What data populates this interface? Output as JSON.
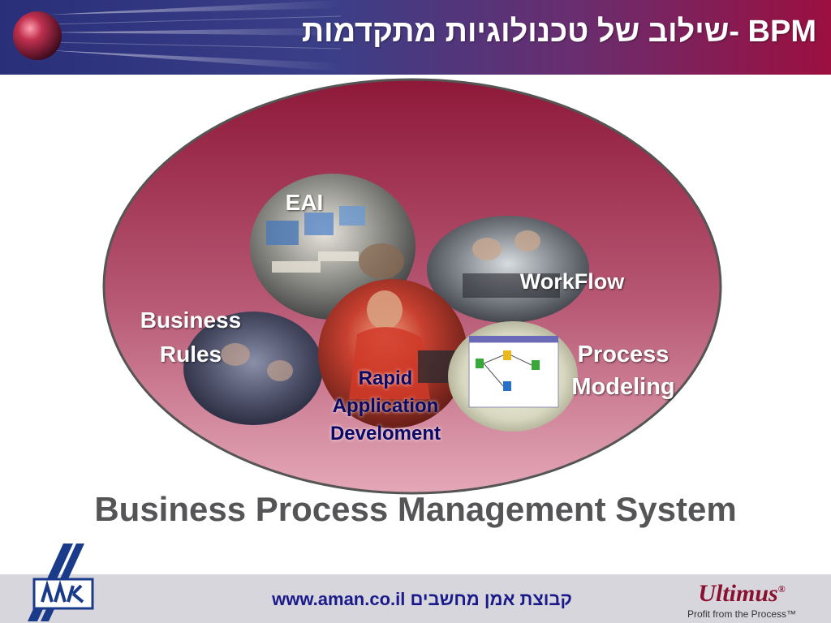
{
  "header": {
    "title": "BPM -שילוב של טכנולוגיות מתקדמות"
  },
  "diagram": {
    "labels": {
      "eai": "EAI",
      "workflow": "WorkFlow",
      "business_rules_1": "Business",
      "business_rules_2": "Rules",
      "process_modeling_1": "Process",
      "process_modeling_2": "Modeling",
      "rad_1": "Rapid",
      "rad_2": "Application",
      "rad_3": "Develoment"
    }
  },
  "system_title": "Business Process Management System",
  "footer": {
    "url": "www.aman.co.il",
    "company_hebrew": "קבוצת אמן מחשבים",
    "brand_name": "Ultimus",
    "brand_mark": "®",
    "brand_tagline": "Profit from the Process™"
  },
  "colors": {
    "header_start": "#2a2f7a",
    "header_end": "#9c0f3f",
    "ellipse_top": "#8e1838",
    "ellipse_bottom": "#e4a8b8",
    "system_title": "#555557",
    "footer_text": "#1a1a8a",
    "brand": "#8a1030"
  }
}
